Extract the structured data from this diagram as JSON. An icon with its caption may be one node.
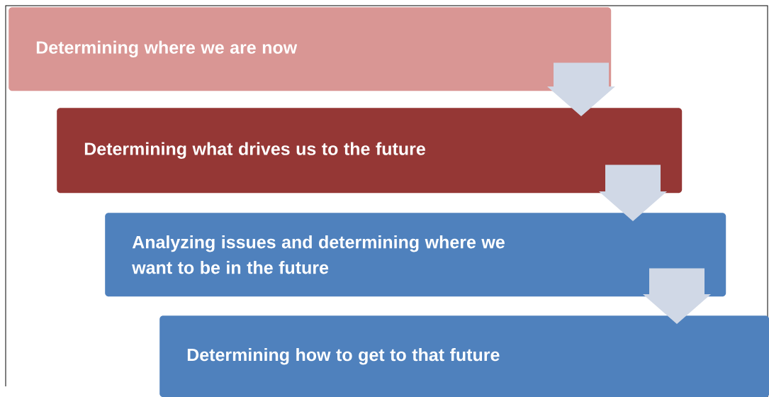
{
  "diagram": {
    "nodes": [
      {
        "text": [
          "Determining where we are now"
        ]
      },
      {
        "text": [
          "Determining what drives us to the future"
        ]
      },
      {
        "text": [
          "Analyzing issues and determining where we want to be in the future"
        ]
      },
      {
        "text": [
          "Determining how to get to that future"
        ]
      }
    ],
    "edges": [
      {
        "from": 0,
        "to": 1,
        "arrow": "to"
      },
      {
        "from": 1,
        "to": 2,
        "arrow": "to"
      },
      {
        "from": 2,
        "to": 3,
        "arrow": "to"
      }
    ]
  }
}
